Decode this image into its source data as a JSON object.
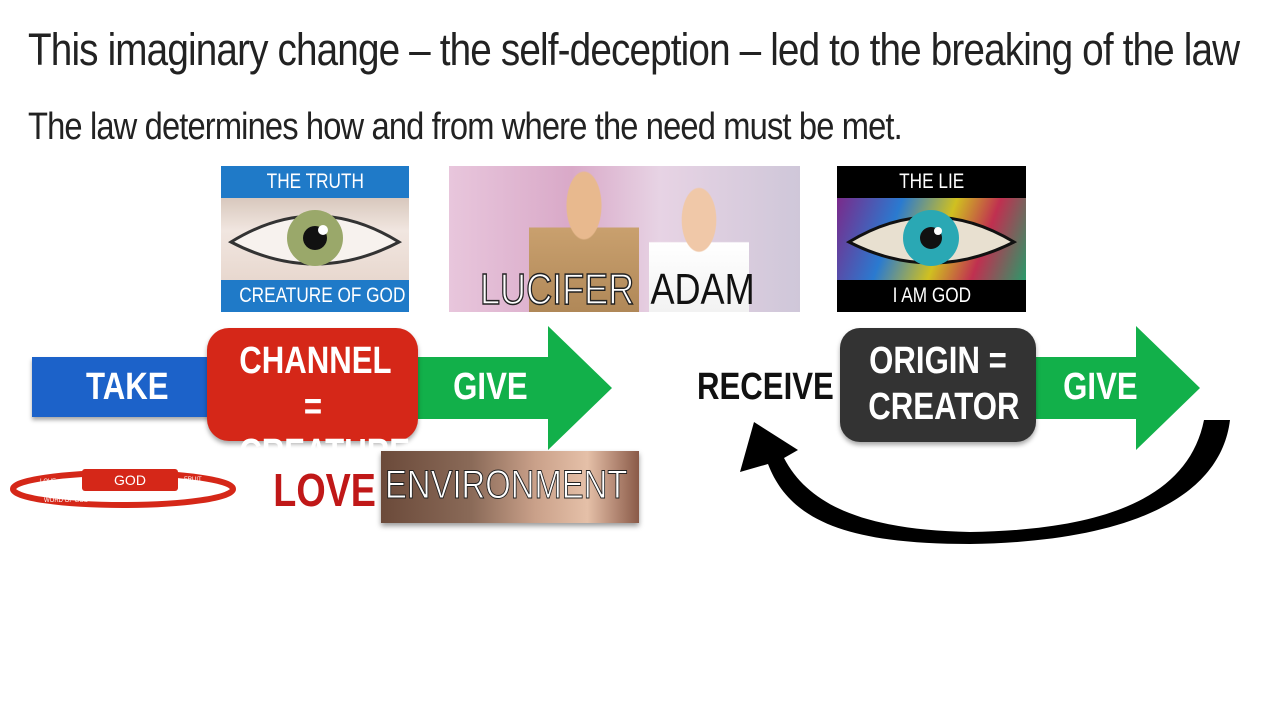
{
  "title": "This imaginary change – the self-deception – led to the breaking of the law",
  "subtitle": "The law determines how and from where the need must be met.",
  "truth_tile": {
    "top_label": "THE TRUTH",
    "bottom_label": "CREATURE OF GOD"
  },
  "angels_tile": {
    "left_name": "LUCIFER",
    "right_name": "ADAM"
  },
  "lie_tile": {
    "top_label": "THE LIE",
    "bottom_label": "I AM GOD"
  },
  "flow_left": {
    "take": "TAKE",
    "channel": "CHANNEL = CREATURE",
    "give": "GIVE"
  },
  "flow_right": {
    "receive": "RECEIVE",
    "origin": "ORIGIN = CREATOR",
    "give": "GIVE"
  },
  "ring": {
    "center": "GOD",
    "left": "LOVE",
    "right": "FRUIT",
    "bottom": "WORD OF GOD"
  },
  "love_label": "LOVE",
  "environment_label": "ENVIRONMENT",
  "colors": {
    "take_blue": "#1c62c9",
    "channel_red": "#d52718",
    "give_green": "#12b04a",
    "origin_dark": "#333333",
    "love_red": "#c01818",
    "truth_blue": "#1f7ac8"
  }
}
